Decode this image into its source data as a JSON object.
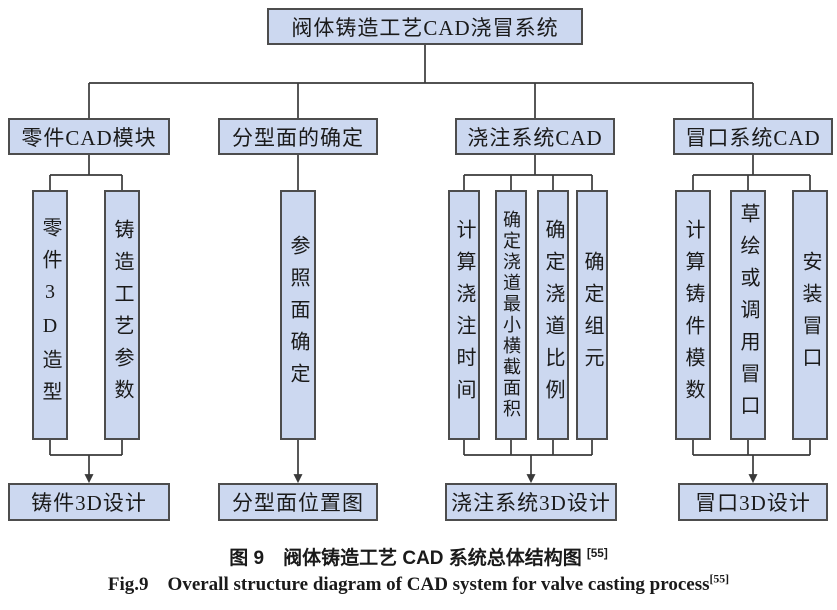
{
  "diagram": {
    "root": "阀体铸造工艺CAD浇冒系统",
    "groups": [
      {
        "header": "零件CAD模块",
        "children": [
          "零件3D造型",
          "铸造工艺参数"
        ],
        "output": "铸件3D设计"
      },
      {
        "header": "分型面的确定",
        "children": [
          "参照面确定"
        ],
        "output": "分型面位置图"
      },
      {
        "header": "浇注系统CAD",
        "children": [
          "计算浇注时间",
          "确定浇道最小横截面积",
          "确定浇道比例",
          "确定组元"
        ],
        "output": "浇注系统3D设计"
      },
      {
        "header": "冒口系统CAD",
        "children": [
          "计算铸件模数",
          "草绘或调用冒口",
          "安装冒口"
        ],
        "output": "冒口3D设计"
      }
    ]
  },
  "caption": {
    "zh": "图 9  阀体铸造工艺 CAD 系统总体结构图",
    "zh_ref": "[55]",
    "en": "Fig.9  Overall structure diagram of CAD system for valve casting process",
    "en_ref": "[55]"
  },
  "colors": {
    "box_fill": "#ccd8f0",
    "box_border": "#4d4d4d",
    "line": "#3a3a3a",
    "background": "#ffffff"
  }
}
